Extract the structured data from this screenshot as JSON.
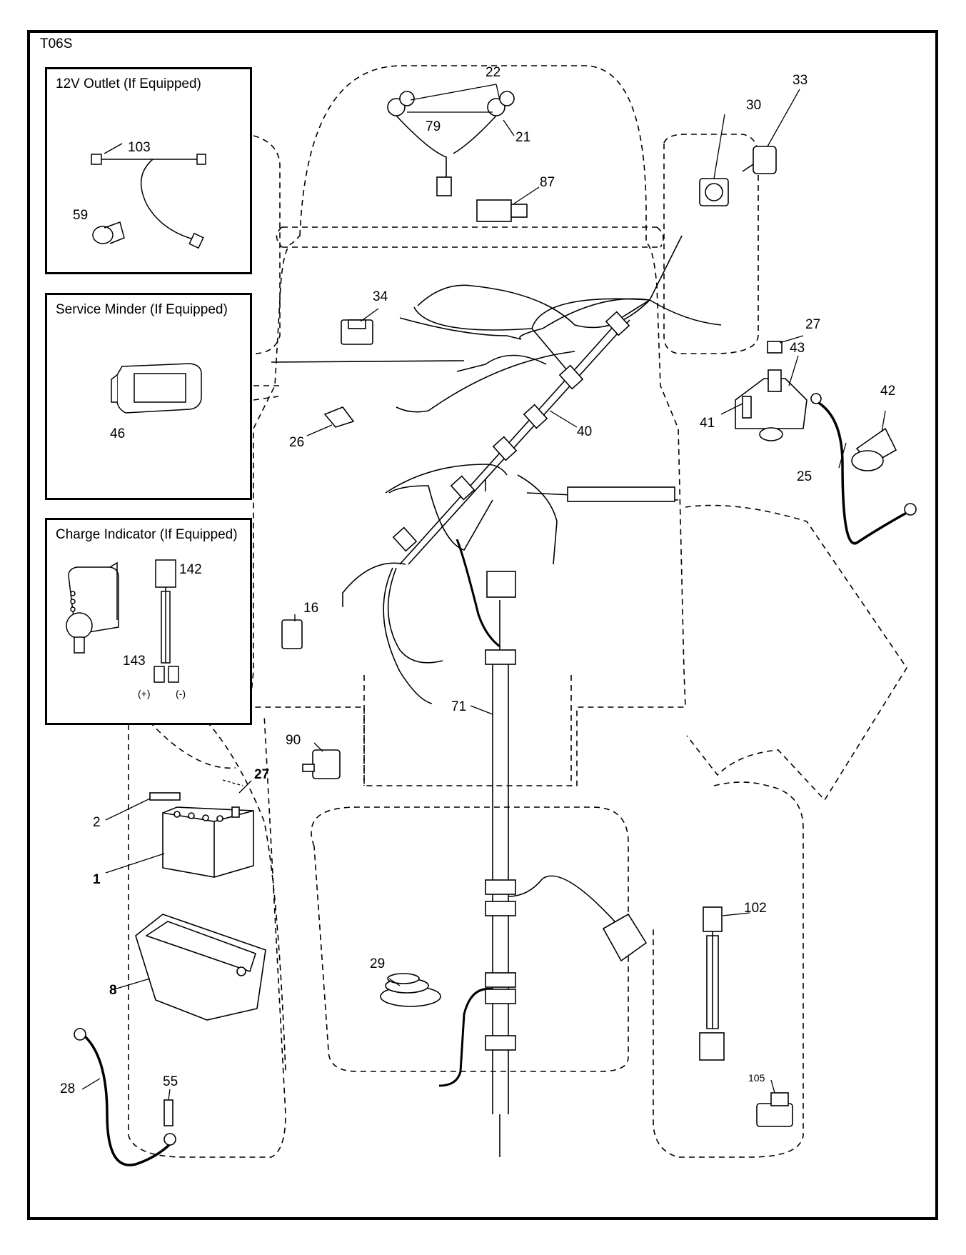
{
  "diagram_code": "T06S",
  "insets": {
    "outlet_title": "12V Outlet (If Equipped)",
    "minder_title": "Service Minder (If Equipped)",
    "charge_title": "Charge Indicator (If Equipped)",
    "plus_label": "(+)",
    "minus_label": "(-)"
  },
  "callouts": {
    "c22": "22",
    "c79": "79",
    "c21": "21",
    "c87": "87",
    "c33": "33",
    "c30": "30",
    "c34": "34",
    "c27a": "27",
    "c43": "43",
    "c42": "42",
    "c41": "41",
    "c40": "40",
    "c26": "26",
    "c25": "25",
    "c103": "103",
    "c59": "59",
    "c46": "46",
    "c142": "142",
    "c143": "143",
    "c16": "16",
    "c71": "71",
    "c90": "90",
    "c27b": "27",
    "c2": "2",
    "c1": "1",
    "c8": "8",
    "c29": "29",
    "c102": "102",
    "c28": "28",
    "c55": "55",
    "c105": "105"
  }
}
